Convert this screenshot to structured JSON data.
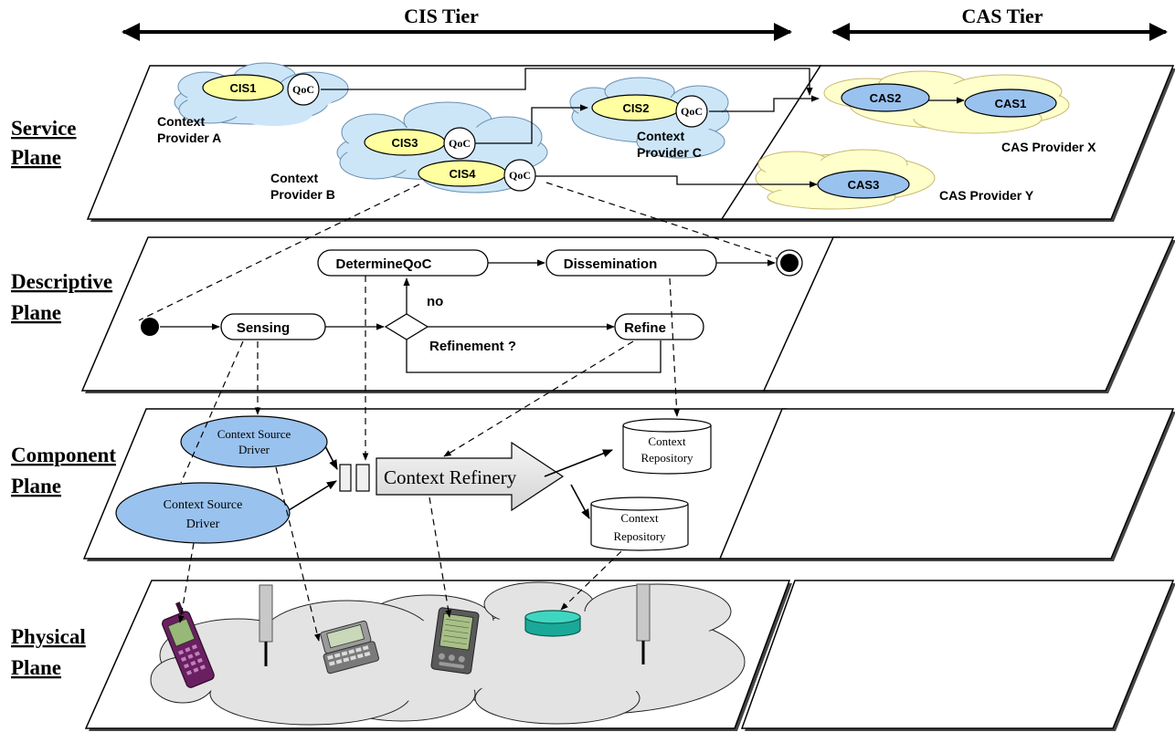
{
  "tiers": {
    "cis": "CIS Tier",
    "cas": "CAS Tier"
  },
  "planes": {
    "service": [
      "Service",
      "Plane"
    ],
    "descriptive": [
      "Descriptive",
      "Plane"
    ],
    "component": [
      "Component",
      "Plane"
    ],
    "physical": [
      "Physical",
      "Plane"
    ]
  },
  "service": {
    "cis1": "CIS1",
    "cis2": "CIS2",
    "cis3": "CIS3",
    "cis4": "CIS4",
    "qoc": "QoC",
    "cas1": "CAS1",
    "cas2": "CAS2",
    "cas3": "CAS3",
    "provider_a": [
      "Context",
      "Provider A"
    ],
    "provider_b": [
      "Context",
      "Provider B"
    ],
    "provider_c": [
      "Context",
      "Provider C"
    ],
    "cas_provider_x": "CAS Provider X",
    "cas_provider_y": "CAS Provider Y"
  },
  "descriptive": {
    "determine_qoc": "DetermineQoC",
    "dissemination": "Dissemination",
    "sensing": "Sensing",
    "refine": "Refine",
    "no": "no",
    "refinement": "Refinement ?"
  },
  "component": {
    "driver": [
      "Context Source",
      "Driver"
    ],
    "refinery": "Context Refinery",
    "repository": [
      "Context",
      "Repository"
    ]
  },
  "colors": {
    "cis_fill": "#ffffa0",
    "cis_cloud": "#cce6f8",
    "cas_fill": "#99c2ee",
    "cas_cloud": "#ffffcc",
    "driver_fill": "#99c2ee",
    "physical_cloud": "#e3e3e3",
    "disk": "#26c0a8"
  }
}
